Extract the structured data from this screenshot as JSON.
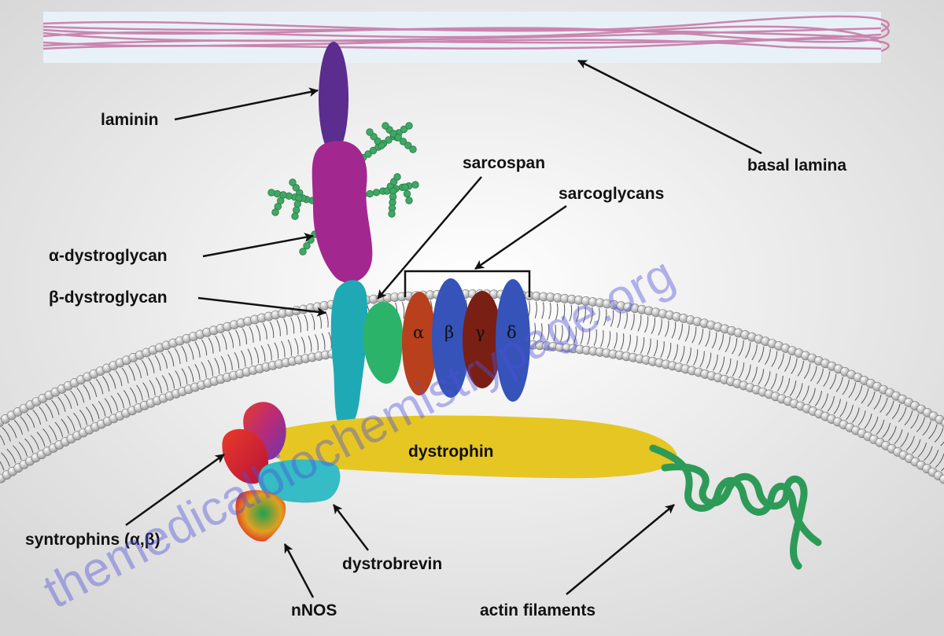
{
  "labels": {
    "laminin": "laminin",
    "basal_lamina": "basal lamina",
    "sarcospan": "sarcospan",
    "sarcoglycans": "sarcoglycans",
    "alpha_dystroglycan": "α-dystroglycan",
    "beta_dystroglycan": "β-dystroglycan",
    "dystrophin": "dystrophin",
    "syntrophins": "syntrophins (α,β)",
    "dystrobrevin": "dystrobrevin",
    "nnos": "nNOS",
    "actin_filaments": "actin filaments"
  },
  "sarcoglycan_subunits": [
    "α",
    "β",
    "γ",
    "δ"
  ],
  "watermark": "themedicalbiochemistrypage.org",
  "colors": {
    "background": "#ececec",
    "laminin": "#5b2d8e",
    "alpha_dystroglycan": "#a2288f",
    "beta_dystroglycan": "#1fa9b5",
    "sarcospan": "#2bb36a",
    "sarcoglycan_alpha": "#b8401c",
    "sarcoglycan_beta": "#3553b8",
    "sarcoglycan_gamma": "#7a1f14",
    "sarcoglycan_delta": "#3553b8",
    "dystrophin": "#e6c623",
    "dystrobrevin": "#35bcc4",
    "glycan_beads": "#3fa865",
    "actin": "#2e9a57",
    "basal_lamina_fibers": "#c77aa6",
    "watermark": "#5252d8"
  }
}
